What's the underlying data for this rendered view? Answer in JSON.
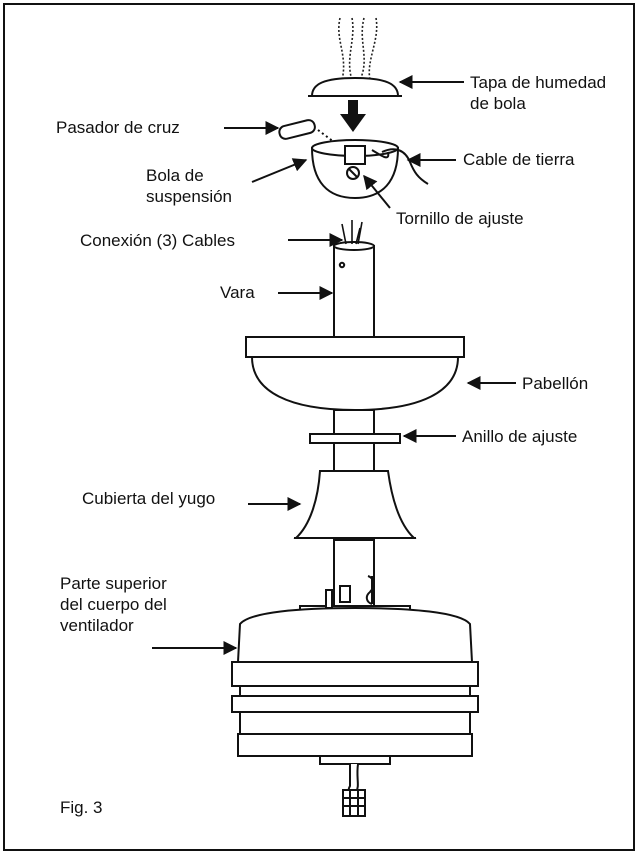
{
  "figure": {
    "caption": "Fig. 3",
    "labels": {
      "moisture_cap_line1": "Tapa de humedad",
      "moisture_cap_line2": "de bola",
      "cross_pin": "Pasador de cruz",
      "hanger_ball_line1": "Bola de",
      "hanger_ball_line2": "suspensión",
      "ground_wire": "Cable de tierra",
      "set_screw": "Tornillo de ajuste",
      "connection_wires": "Conexión (3) Cables",
      "downrod": "Vara",
      "canopy": "Pabellón",
      "adjustment_ring": "Anillo de ajuste",
      "yoke_cover": "Cubierta del yugo",
      "motor_housing_line1": "Parte superior",
      "motor_housing_line2": "del cuerpo del",
      "motor_housing_line3": "ventilador"
    }
  }
}
